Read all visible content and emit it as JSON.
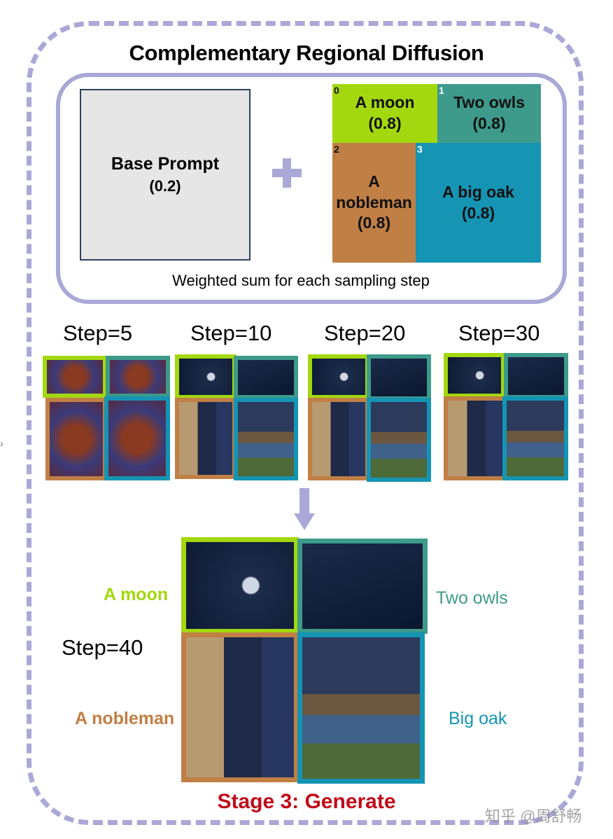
{
  "title": "Complementary Regional Diffusion",
  "base_prompt": {
    "label": "Base Prompt",
    "weight": "(0.2)"
  },
  "plus_icon": "plus",
  "regions": [
    {
      "index": "0",
      "label": "A moon",
      "weight": "(0.8)",
      "color": "#a3d80f"
    },
    {
      "index": "1",
      "label": "Two owls",
      "weight": "(0.8)",
      "color": "#3e9a8a"
    },
    {
      "index": "2",
      "label_line1": "A",
      "label_line2": "nobleman",
      "weight": "(0.8)",
      "color": "#c07f45"
    },
    {
      "index": "3",
      "label": "A big oak",
      "weight": "(0.8)",
      "color": "#1594b4"
    }
  ],
  "caption": "Weighted sum for each sampling step",
  "steps": [
    {
      "label": "Step=5"
    },
    {
      "label": "Step=10"
    },
    {
      "label": "Step=20"
    },
    {
      "label": "Step=30"
    }
  ],
  "final": {
    "step_label": "Step=40",
    "labels": {
      "moon": "A moon",
      "owls": "Two owls",
      "nobleman": "A nobleman",
      "oak": "Big oak"
    }
  },
  "stage_label": "Stage 3: Generate",
  "watermark": "知乎 @周舒畅",
  "colors": {
    "dash_border": "#a9a8d6",
    "moon": "#a3d80f",
    "owls": "#3e9a8a",
    "nobleman": "#c07f45",
    "oak": "#1594b4",
    "stage": "#c00b1a"
  }
}
